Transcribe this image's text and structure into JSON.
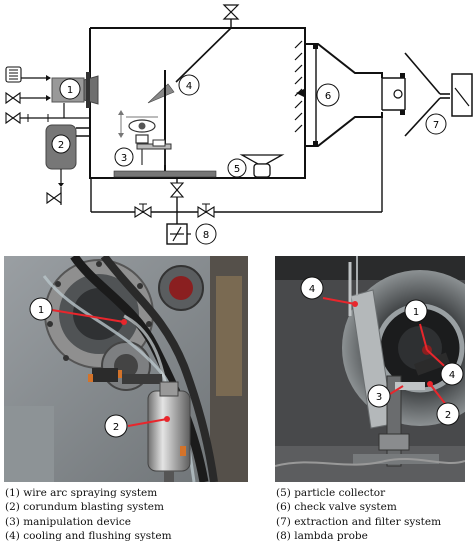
{
  "schematic": {
    "callouts": [
      "1",
      "2",
      "3",
      "4",
      "5",
      "6",
      "7",
      "8"
    ]
  },
  "photo_left": {
    "callouts": [
      "1",
      "2"
    ]
  },
  "photo_right": {
    "callouts": [
      "4",
      "1",
      "4",
      "3",
      "2"
    ]
  },
  "legend_left": [
    "(1) wire arc spraying system",
    "(2) corundum blasting system",
    "(3) manipulation device",
    "(4) cooling and flushing system"
  ],
  "legend_right": [
    "(5) particle collector",
    "(6) check valve system",
    "(7) extraction and filter system",
    "(8) lambda probe"
  ],
  "colors": {
    "callout_line": "#e8262c",
    "line": "#111111"
  }
}
